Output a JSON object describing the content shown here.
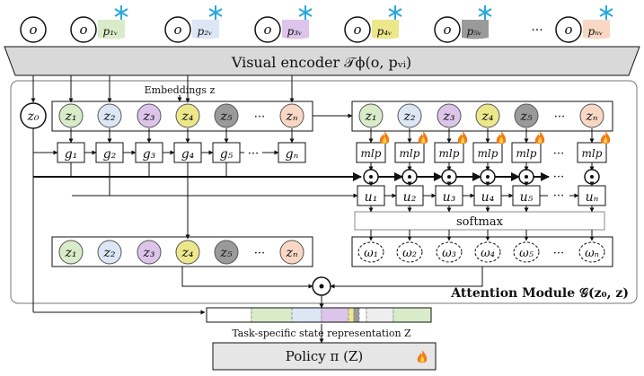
{
  "encoder": {
    "label": "Visual encoder 𝒯ϕ(o, pᵥᵢ)"
  },
  "inputs": {
    "obs_symbol": "o",
    "prompts": [
      "p₁ᵥ",
      "p₂ᵥ",
      "p₃ᵥ",
      "p₄ᵥ",
      "p₅ᵥ",
      "pₙᵥ"
    ],
    "ellipsis": "···"
  },
  "embeddings_label": "Embeddings z",
  "z0": "z₀",
  "z_tokens": [
    "z₁",
    "z₂",
    "z₃",
    "z₄",
    "z₅",
    "zₙ"
  ],
  "g_tokens": [
    "g₁",
    "g₂",
    "g₃",
    "g₄",
    "g₅",
    "gₙ"
  ],
  "mlp_label": "mlp",
  "u_tokens": [
    "u₁",
    "u₂",
    "u₃",
    "u₄",
    "u₅",
    "uₙ"
  ],
  "softmax_label": "softmax",
  "omega_tokens": [
    "ω₁",
    "ω₂",
    "ω₃",
    "ω₄",
    "ω₅",
    "ωₙ"
  ],
  "odot": "⊙",
  "attention_label": "Attention Module 𝒢(z₀, z)",
  "state_label": "Task-specific state representation Z",
  "policy_label": "Policy π (Z)",
  "ellipsis": "···",
  "colors": {
    "z1": "#d9ecc9",
    "z2": "#dde6f5",
    "z3": "#dcc4ea",
    "z4": "#ede78c",
    "z5": "#9a9a9a",
    "zn": "#f8d8c4",
    "encoder": "#d9d9d9",
    "policy": "#e6e6e6",
    "snow": "#29a8e0",
    "fire": "#f07a1a"
  }
}
